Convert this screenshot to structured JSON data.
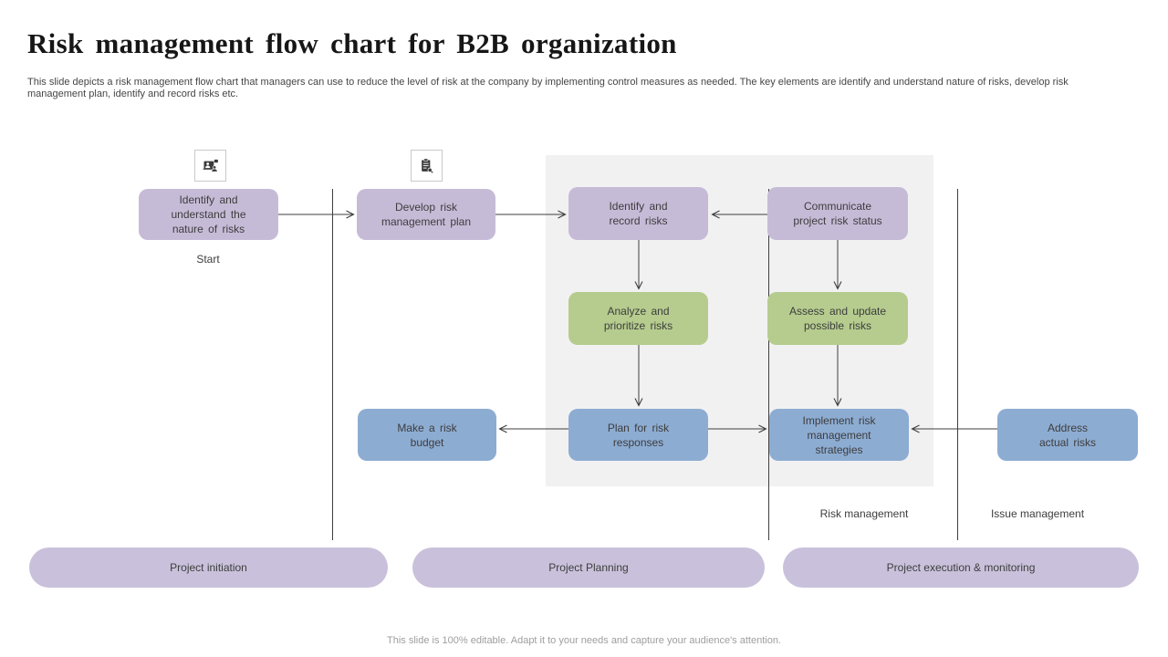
{
  "slide": {
    "title": "Risk management flow chart for B2B organization",
    "description": "This slide depicts a risk management flow chart that managers can use to reduce the level of risk at the company by implementing control measures as needed. The key elements are identify and understand nature of risks, develop risk management plan, identify and record risks etc.",
    "footer": "This slide is 100% editable.  Adapt it to your needs and capture your audience's attention."
  },
  "flowchart": {
    "start_label": "Start",
    "nodes": [
      {
        "id": "identify-understand-risks",
        "label": "Identify and understand the nature of risks",
        "color": "#c6bbd7"
      },
      {
        "id": "develop-risk-plan",
        "label": "Develop risk management plan",
        "color": "#c6bbd7"
      },
      {
        "id": "identify-record-risks",
        "label": "Identify and record risks",
        "color": "#c6bbd7"
      },
      {
        "id": "communicate-risk-status",
        "label": "Communicate project risk status",
        "color": "#c6bbd7"
      },
      {
        "id": "analyze-prioritize-risks",
        "label": "Analyze and prioritize risks",
        "color": "#b5cc8e"
      },
      {
        "id": "assess-update-risks",
        "label": "Assess and update possible risks",
        "color": "#b5cc8e"
      },
      {
        "id": "make-risk-budget",
        "label": "Make a risk budget",
        "color": "#8dacd2"
      },
      {
        "id": "plan-risk-responses",
        "label": "Plan for risk responses",
        "color": "#8dacd2"
      },
      {
        "id": "implement-strategies",
        "label": "Implement risk management strategies",
        "color": "#8dacd2"
      },
      {
        "id": "address-actual-risks",
        "label": "Address actual risks",
        "color": "#8dacd2"
      }
    ],
    "lane_labels": {
      "risk": "Risk management",
      "issue": "Issue management"
    },
    "icons": [
      {
        "name": "people-computer-icon"
      },
      {
        "name": "clipboard-plan-icon"
      }
    ]
  },
  "phases": [
    {
      "label": "Project initiation"
    },
    {
      "label": "Project Planning"
    },
    {
      "label": "Project execution & monitoring"
    }
  ],
  "colors": {
    "node_purple": "#c6bbd7",
    "node_green": "#b5cc8e",
    "node_blue": "#8dacd2",
    "phase_pill": "#c9c1db",
    "panel_gray": "#f2f1f2",
    "connector": "#3f3f3f"
  }
}
